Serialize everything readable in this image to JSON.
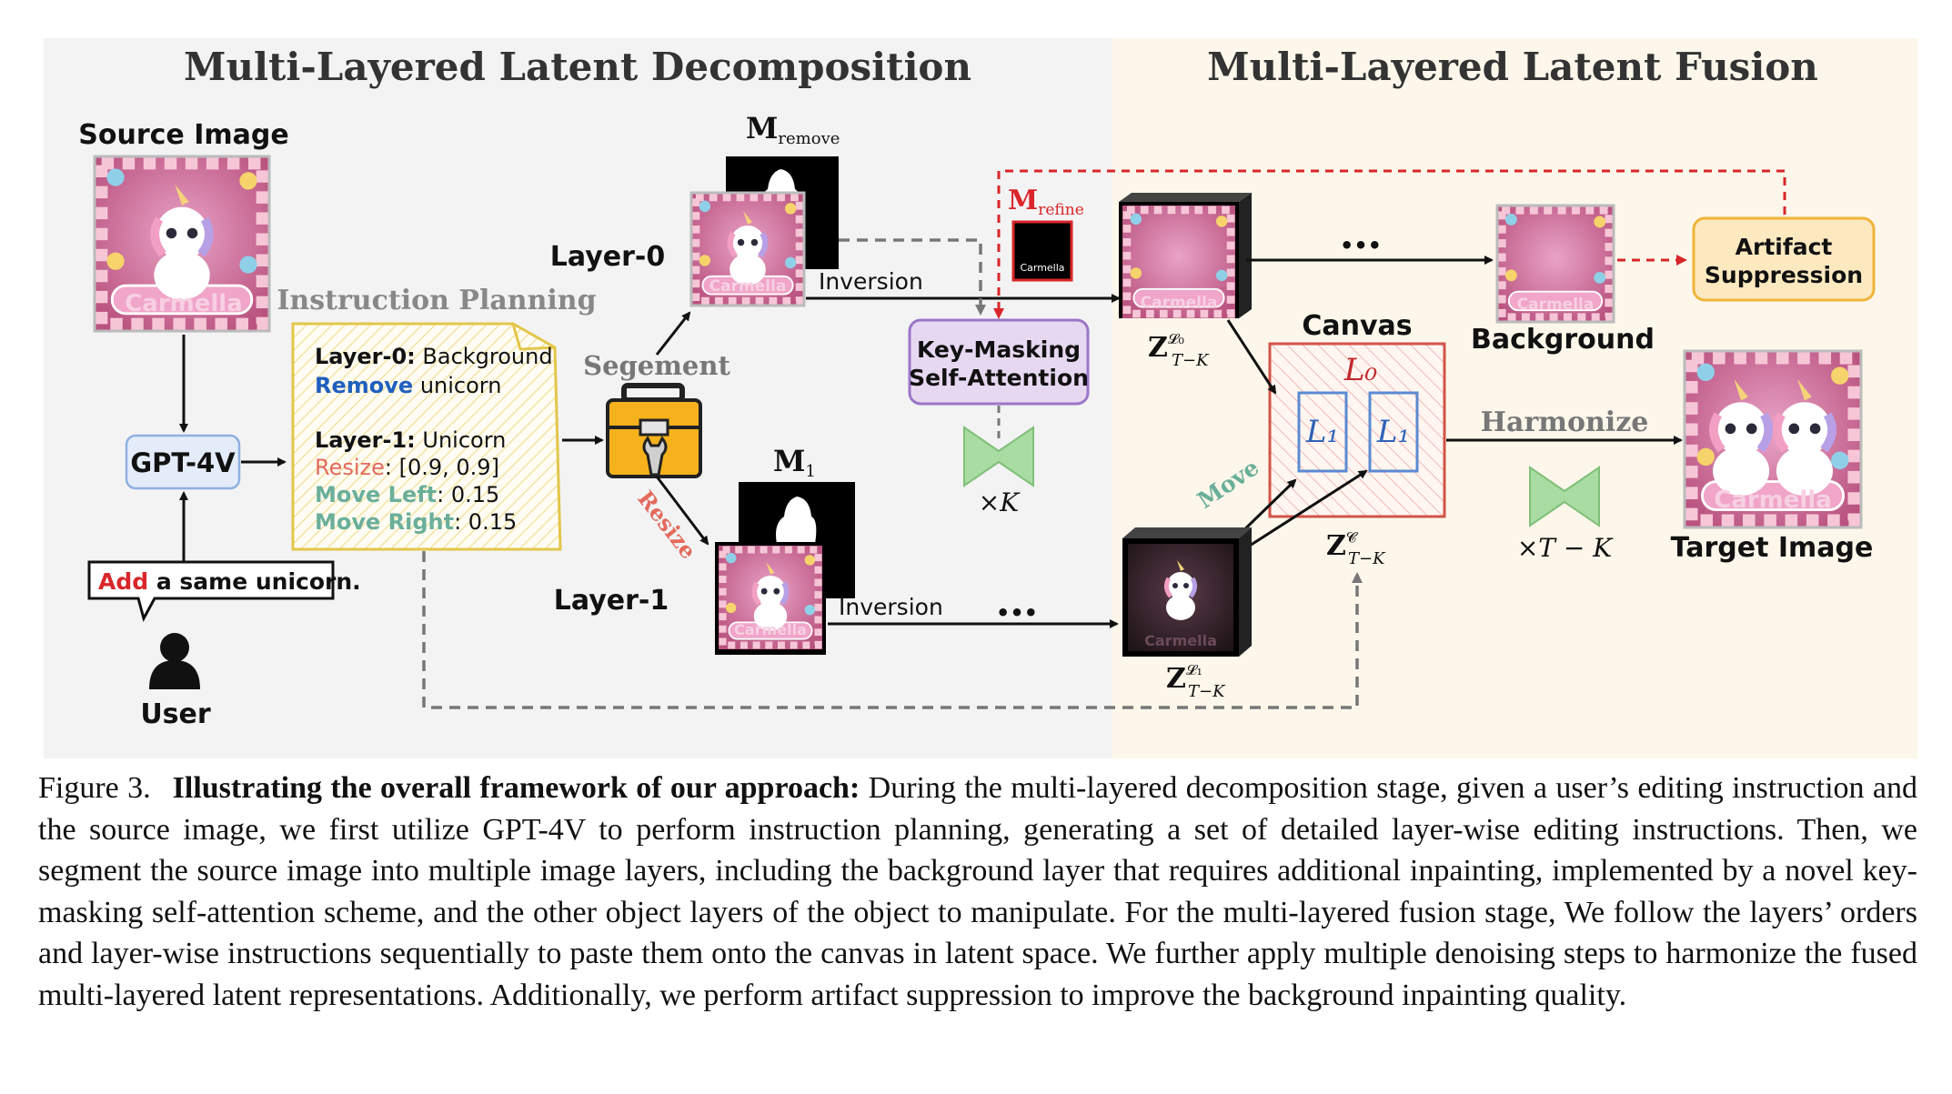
{
  "figure": {
    "left_panel_title": "Multi-Layered Latent Decomposition",
    "right_panel_title": "Multi-Layered Latent Fusion",
    "source_image_label": "Source Image",
    "gpt_label": "GPT-4V",
    "user_prompt": {
      "add_word": "Add",
      "rest": " a same unicorn."
    },
    "user_label": "User",
    "instruction_planning_title": "Instruction Planning",
    "plan": {
      "layer0_key": "Layer-0:",
      "layer0_value": " Background",
      "remove_key": "Remove",
      "remove_value": " unicorn",
      "layer1_key": "Layer-1:",
      "layer1_value": " Unicorn",
      "resize_key": "Resize",
      "resize_value": ": [0.9, 0.9]",
      "move_left_key": "Move Left",
      "move_left_value": ":  0.15",
      "move_right_key": "Move Right",
      "move_right_value": ": 0.15"
    },
    "segment_label": "Segement",
    "resize_arrow_label": "Resize",
    "layer0_label": "Layer-0",
    "layer1_label": "Layer-1",
    "m_remove": {
      "main": "M",
      "sub": "remove"
    },
    "m_one": {
      "main": "M",
      "sub": "1"
    },
    "m_refine": {
      "main": "M",
      "sub": "refine"
    },
    "inversion_label_top": "Inversion",
    "inversion_label_bottom": "Inversion",
    "ellipsis": "•••",
    "kmsa_line1": "Key-Masking",
    "kmsa_line2": "Self-Attention",
    "times_k": "×K",
    "z_l0": {
      "main": "Z",
      "sup": "𝓛₀",
      "sub": "T−K"
    },
    "z_l1": {
      "main": "Z",
      "sup": "𝓛₁",
      "sub": "T−K"
    },
    "z_c": {
      "main": "Z",
      "sup": "𝓒",
      "sub": "T−K"
    },
    "canvas_label": "Canvas",
    "canvas_l0": "L₀",
    "canvas_l1a": "L₁",
    "canvas_l1b": "L₁",
    "move_label": "Move",
    "harmonize_label": "Harmonize",
    "times_t_k": "×T − K",
    "background_label": "Background",
    "artifact_line1": "Artifact",
    "artifact_line2": "Suppression",
    "target_image_label": "Target Image",
    "thumb_text": "Carmella",
    "colors": {
      "left_bg": "#f3f3f3",
      "right_bg": "#fcf7ea",
      "red": "#d9262a",
      "blue": "#1f5fbf",
      "teal": "#6aaf9a",
      "salmon": "#e36a5c",
      "gpt_fill": "#e3ecf8",
      "kmsa_fill": "#e7d8f2",
      "artifact_fill": "#fde9c0",
      "artifact_stroke": "#f0b43a",
      "bowtie": "#a9dca3",
      "plan_stroke": "#e3c64a"
    }
  },
  "caption": {
    "label": "Figure 3.",
    "bold": "Illustrating the overall framework of our approach:",
    "text": " During the multi-layered decomposition stage, given a user’s editing instruction and the source image, we first utilize GPT-4V to perform instruction planning, generating a set of detailed layer-wise editing instructions.  Then, we segment the source image into multiple image layers, including the background layer that requires additional inpainting, implemented by a novel key-masking self-attention scheme, and the other object layers of the object to manipulate.  For the multi-layered fusion stage, We follow the layers’ orders and layer-wise instructions sequentially to paste them onto the canvas in latent space.  We further apply multiple denoising steps to harmonize the fused multi-layered latent representations.  Additionally, we perform artifact suppression to improve the background inpainting quality."
  }
}
